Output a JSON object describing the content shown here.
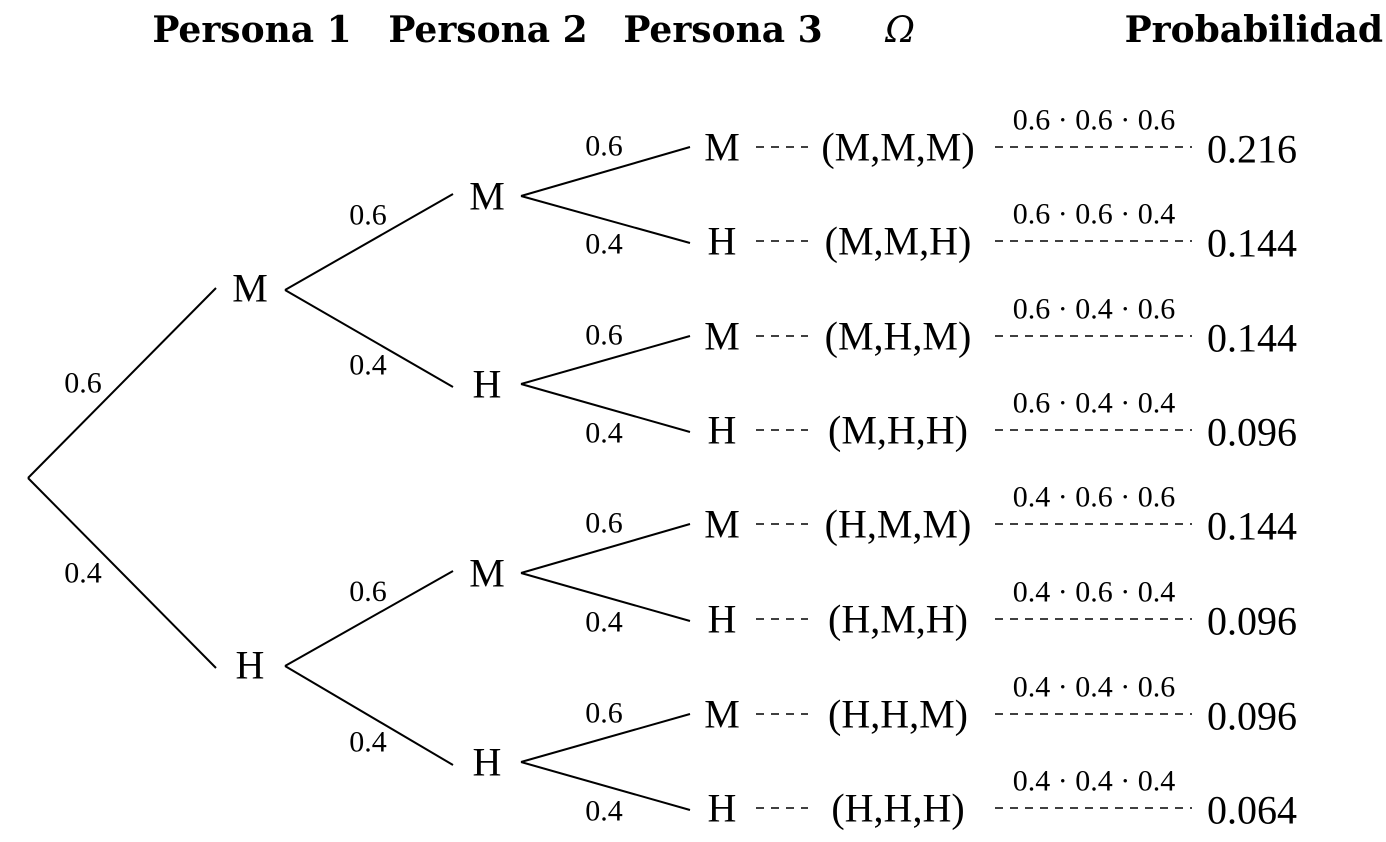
{
  "headers": {
    "level1": "Persona 1",
    "level2": "Persona 2",
    "level3": "Persona 3",
    "sample_space": "Ω",
    "probability": "Probabilidad"
  },
  "level1": [
    {
      "label": "M",
      "p": "0.6"
    },
    {
      "label": "H",
      "p": "0.4"
    }
  ],
  "level2": [
    {
      "label": "M",
      "p": "0.6"
    },
    {
      "label": "H",
      "p": "0.4"
    },
    {
      "label": "M",
      "p": "0.6"
    },
    {
      "label": "H",
      "p": "0.4"
    }
  ],
  "leaves": [
    {
      "label": "M",
      "p": "0.6",
      "outcome": "(M,M,M)",
      "expr": "0.6 · 0.6 · 0.6",
      "prob": "0.216"
    },
    {
      "label": "H",
      "p": "0.4",
      "outcome": "(M,M,H)",
      "expr": "0.6 · 0.6 · 0.4",
      "prob": "0.144"
    },
    {
      "label": "M",
      "p": "0.6",
      "outcome": "(M,H,M)",
      "expr": "0.6 · 0.4 · 0.6",
      "prob": "0.144"
    },
    {
      "label": "H",
      "p": "0.4",
      "outcome": "(M,H,H)",
      "expr": "0.6 · 0.4 · 0.4",
      "prob": "0.096"
    },
    {
      "label": "M",
      "p": "0.6",
      "outcome": "(H,M,M)",
      "expr": "0.4 · 0.6 · 0.6",
      "prob": "0.144"
    },
    {
      "label": "H",
      "p": "0.4",
      "outcome": "(H,M,H)",
      "expr": "0.4 · 0.6 · 0.4",
      "prob": "0.096"
    },
    {
      "label": "M",
      "p": "0.6",
      "outcome": "(H,H,M)",
      "expr": "0.4 · 0.4 · 0.6",
      "prob": "0.096"
    },
    {
      "label": "H",
      "p": "0.4",
      "outcome": "(H,H,H)",
      "expr": "0.4 · 0.4 · 0.4",
      "prob": "0.064"
    }
  ]
}
